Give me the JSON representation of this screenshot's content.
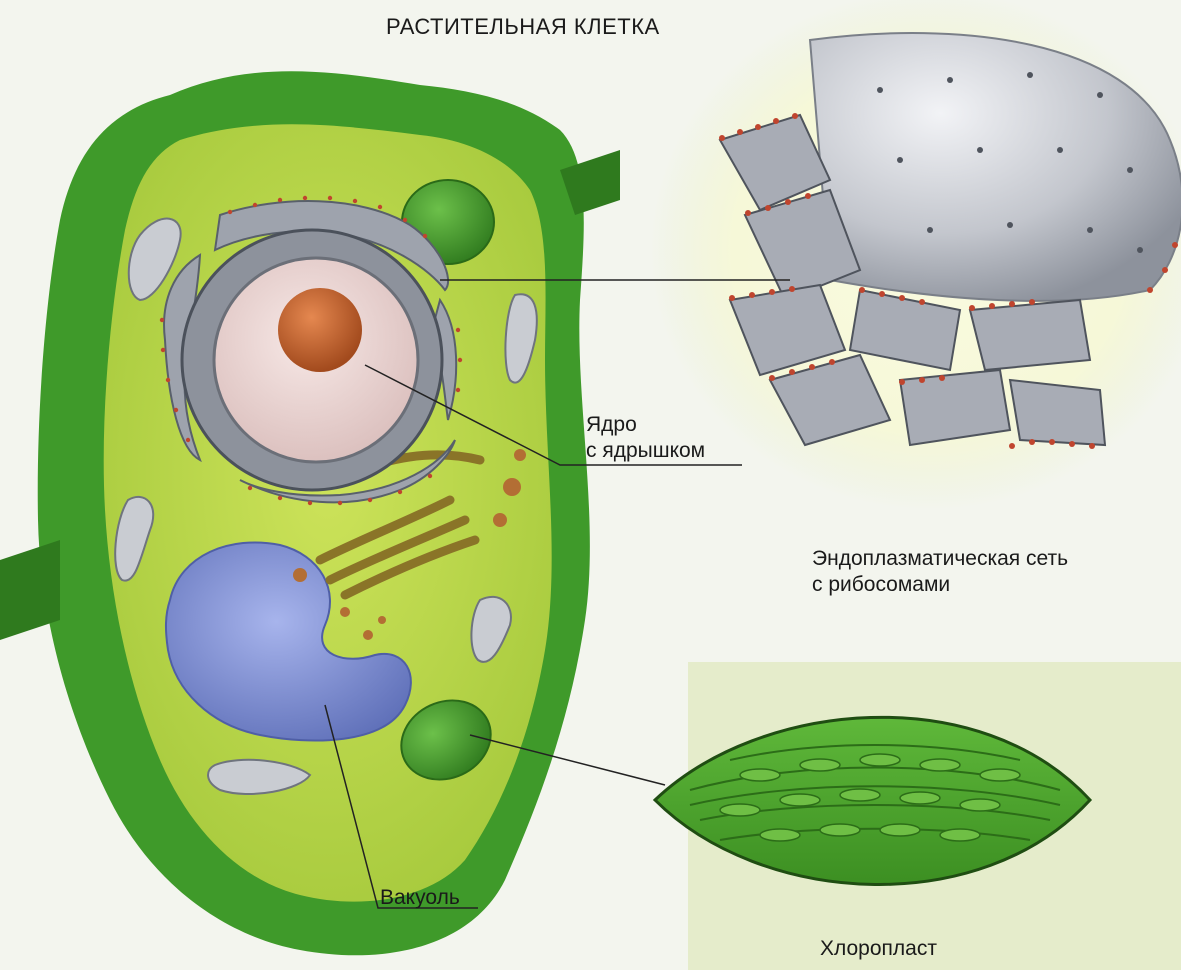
{
  "title": "РАСТИТЕЛЬНАЯ КЛЕТКА",
  "labels": {
    "nucleus": {
      "line1": "Ядро",
      "line2": "с ядрышком"
    },
    "er": {
      "line1": "Эндоплазматическая сеть",
      "line2": "с рибосомами"
    },
    "vacuole": "Вакуоль",
    "chloroplast": "Хлоропласт"
  },
  "colors": {
    "cell_wall": "#3f9a2a",
    "cytoplasm": "#b9d84a",
    "vacuole": "#7d8fd4",
    "nucleolus": "#c8642a",
    "nucleus_interior": "#ecd6d4",
    "chloroplast": "#4fa832",
    "er_gray": "#9ea3ad",
    "ribosome": "#c0452e",
    "golgi": "#9a8430"
  }
}
